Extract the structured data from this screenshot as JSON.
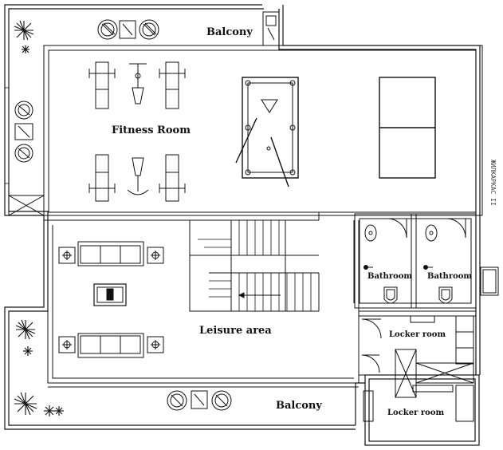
{
  "rooms": {
    "balcony_top": "Balcony",
    "fitness_room": "Fitness Room",
    "leisure_area": "Leisure area",
    "bathroom_left": "Bathroom",
    "bathroom_right": "Bathroom",
    "locker_room_upper": "Locker room",
    "locker_room_lower": "Locker room",
    "balcony_bottom": "Balcony"
  },
  "edge_text": "ЖИЛКАРКАС  II"
}
